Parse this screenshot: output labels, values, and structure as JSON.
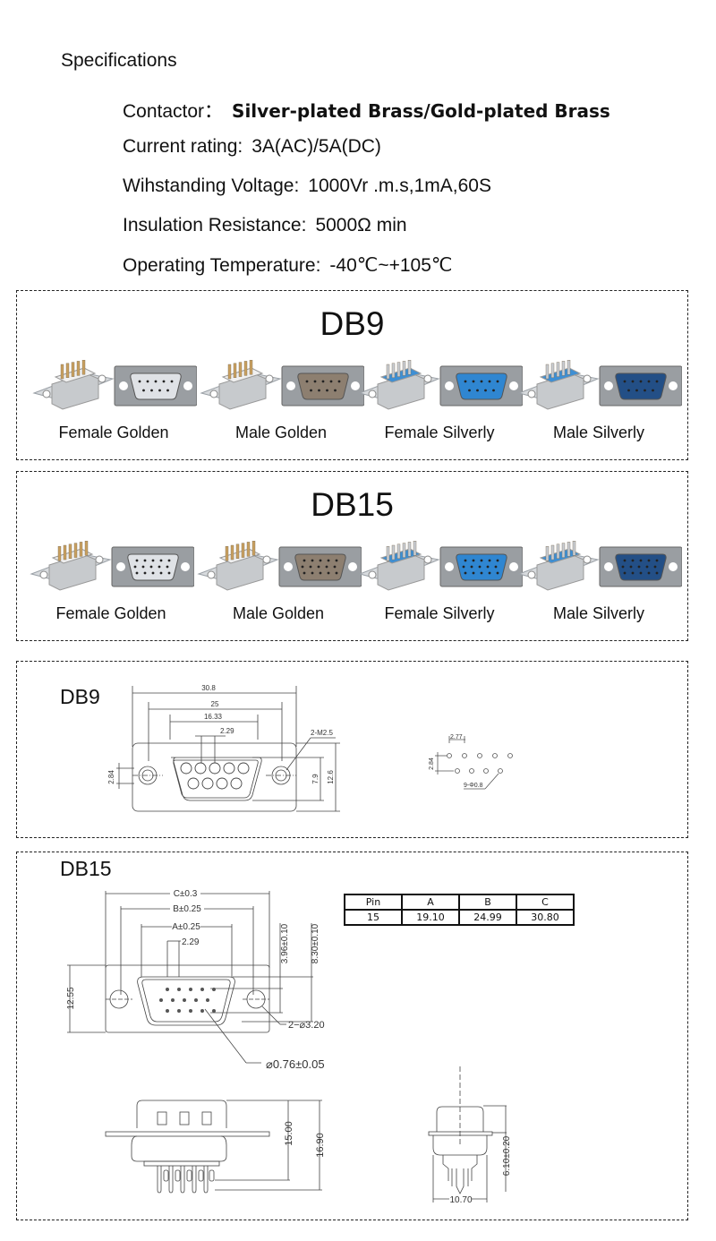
{
  "specifications": {
    "title": "Specifications",
    "rows": [
      {
        "label": "Contactor：",
        "value": "Silver-plated Brass/Gold-plated Brass"
      },
      {
        "label": "Current rating:",
        "value": "3A(AC)/5A(DC)"
      },
      {
        "label": "Wihstanding Voltage:",
        "value": "1000Vr .m.s,1mA,60S"
      },
      {
        "label": "Insulation Resistance:",
        "value": "5000Ω min"
      },
      {
        "label": "Operating Temperature:",
        "value": "-40℃~+105℃"
      }
    ]
  },
  "products": [
    {
      "title": "DB9",
      "items": [
        {
          "label": "Female Golden",
          "insert_color": "#f0f0f0",
          "pin_color": "#c9a060",
          "face_color": "#dfe2e6"
        },
        {
          "label": "Male Golden",
          "insert_color": "#f0f0f0",
          "pin_color": "#c9a060",
          "face_color": "#8d7f70"
        },
        {
          "label": "Female Silverly",
          "insert_color": "#3e8fd4",
          "pin_color": "#c8ccd2",
          "face_color": "#2f86d1"
        },
        {
          "label": "Male Silverly",
          "insert_color": "#3e8fd4",
          "pin_color": "#c8ccd2",
          "face_color": "#234f86"
        }
      ]
    },
    {
      "title": "DB15",
      "items": [
        {
          "label": "Female Golden",
          "insert_color": "#f0f0f0",
          "pin_color": "#c9a060",
          "face_color": "#dfe2e6"
        },
        {
          "label": "Male Golden",
          "insert_color": "#f0f0f0",
          "pin_color": "#c9a060",
          "face_color": "#8d7f70"
        },
        {
          "label": "Female Silverly",
          "insert_color": "#3e8fd4",
          "pin_color": "#c8ccd2",
          "face_color": "#2f86d1"
        },
        {
          "label": "Male Silverly",
          "insert_color": "#3e8fd4",
          "pin_color": "#c8ccd2",
          "face_color": "#234f86"
        }
      ]
    }
  ],
  "db9_drawing": {
    "title": "DB9",
    "dims": {
      "overall_width": "30.8",
      "hole_spacing": "25",
      "shell_width": "16.33",
      "pin_pitch": "2.29",
      "mount_holes": "2-M2.5",
      "row_spacing": "2.84",
      "shell_height": "7.9",
      "overall_height": "12.6"
    },
    "pcb_layout": {
      "pin_pitch": "2.77",
      "row_spacing": "2.84",
      "hole_spec": "9-Φ0.8"
    }
  },
  "db15_drawing": {
    "title": "DB15",
    "dims": {
      "c": "C±0.3",
      "b": "B±0.25",
      "a": "A±0.25",
      "pin_pitch": "2.29",
      "height": "12.55",
      "dim_396": "3.96±0.10",
      "dim_830": "8.30±0.10",
      "mount_holes": "2−⌀3.20",
      "pin_dia": "⌀0.76±0.05",
      "side_15": "15.00",
      "side_169": "16.90",
      "end_610": "6.10±0.20",
      "end_1070": "10.70"
    },
    "table": {
      "headers": [
        "Pin",
        "A",
        "B",
        "C"
      ],
      "rows": [
        [
          "15",
          "19.10",
          "24.99",
          "30.80"
        ]
      ]
    }
  }
}
